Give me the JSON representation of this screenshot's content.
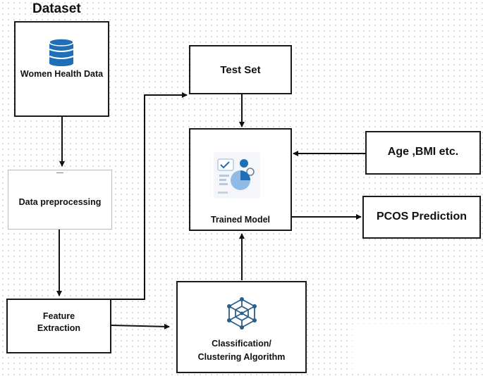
{
  "title": "Dataset",
  "nodes": {
    "dataset_box": {
      "label": "Women Health Data",
      "icon": "database-icon"
    },
    "preprocessing": {
      "label": "Data preprocessing",
      "small_mark": "—"
    },
    "feature": {
      "line1": "Feature",
      "line2": "Extraction"
    },
    "classification": {
      "line1": "Classification/",
      "line2": "Clustering Algorithm",
      "icon": "network-icon"
    },
    "test_set": {
      "label": "Test Set"
    },
    "trained_model": {
      "label": "Trained Model",
      "icon": "model-illustration-icon"
    },
    "age_bmi": {
      "label": "Age ,BMI etc."
    },
    "pcos": {
      "label": "PCOS Prediction"
    }
  },
  "colors": {
    "database": "#1f6fb8",
    "network": "#2b5f8a",
    "border": "#1a1a1a"
  }
}
